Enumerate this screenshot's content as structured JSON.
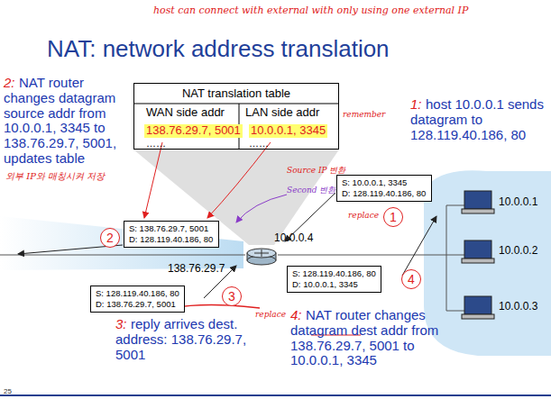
{
  "diagram": {
    "title": "NAT: network address translation",
    "nodes": [
      {
        "text": [
          "NAT translation table"
        ]
      },
      {
        "text": [
          "S: 10.0.0.1, 3345",
          "D: 128.119.40.186, 80"
        ]
      },
      {
        "text": [
          "1"
        ]
      },
      {
        "text": [
          "S: 138.76.29.7, 5001",
          "D: 128.119.40.186, 80"
        ]
      },
      {
        "text": [
          "2"
        ]
      },
      {
        "text": [
          "S: 128.119.40.186, 80",
          "D: 10.0.0.1, 3345"
        ]
      },
      {
        "text": [
          "4"
        ]
      },
      {
        "text": [
          "S: 128.119.40.186, 80",
          "D: 138.76.29.7, 5001"
        ]
      },
      {
        "text": [
          "3"
        ]
      }
    ],
    "labels": [
      "host can connect with external with only using one external IP",
      "WAN side addr",
      "LAN side addr",
      "138.76.29.7, 5001",
      "10.0.0.1, 3345",
      "……",
      "……",
      "remember",
      "1:",
      "host 10.0.0.1 sends datagram to 128.119.40.186, 80",
      "2:",
      "NAT router changes datagram source addr from 10.0.0.1, 3345 to 138.76.29.7, 5001, updates table",
      "외부 IP와 매칭시켜 저장",
      "Source IP 변환",
      "Second 변환",
      "replace",
      "replace",
      "10.0.0.4",
      "138.76.29.7",
      "10.0.0.1",
      "10.0.0.2",
      "10.0.0.3",
      "3:",
      "reply arrives dest. address: 138.76.29.7, 5001",
      "4:",
      "NAT router changes datagram dest addr from 138.76.29.7, 5001 to 10.0.0.1, 3345",
      "25"
    ]
  }
}
